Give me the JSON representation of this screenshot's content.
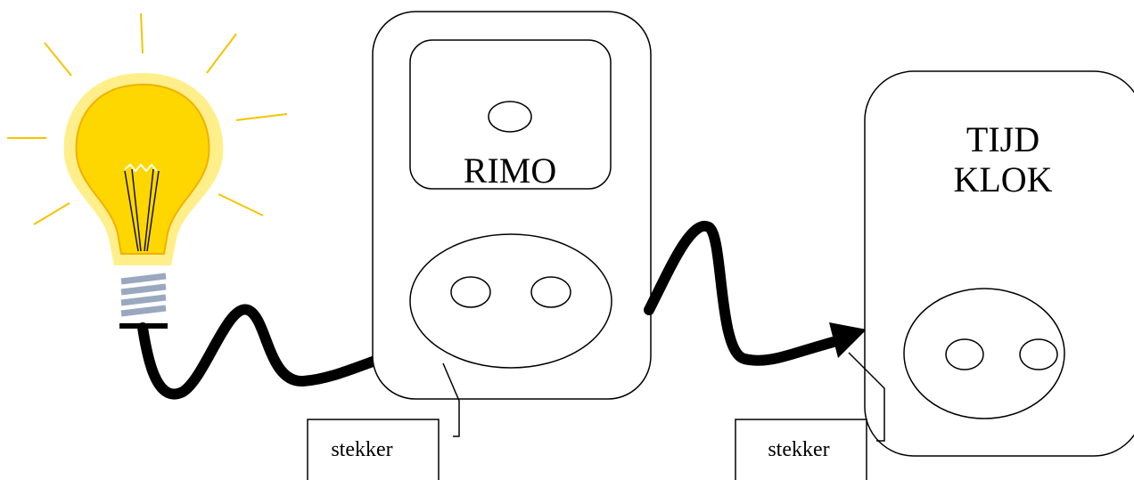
{
  "devices": {
    "rimo_label": "RIMO",
    "timer_label_line1": "TIJD",
    "timer_label_line2": "KLOK"
  },
  "callouts": {
    "plug_left": "stekker",
    "plug_right": "stekker"
  },
  "colors": {
    "bulb_glow": "#FFEF8A",
    "bulb_glass": "#FFD700",
    "bulb_rays": "#F5C400",
    "bulb_base": "#9AA8BF",
    "cable": "#000000"
  }
}
